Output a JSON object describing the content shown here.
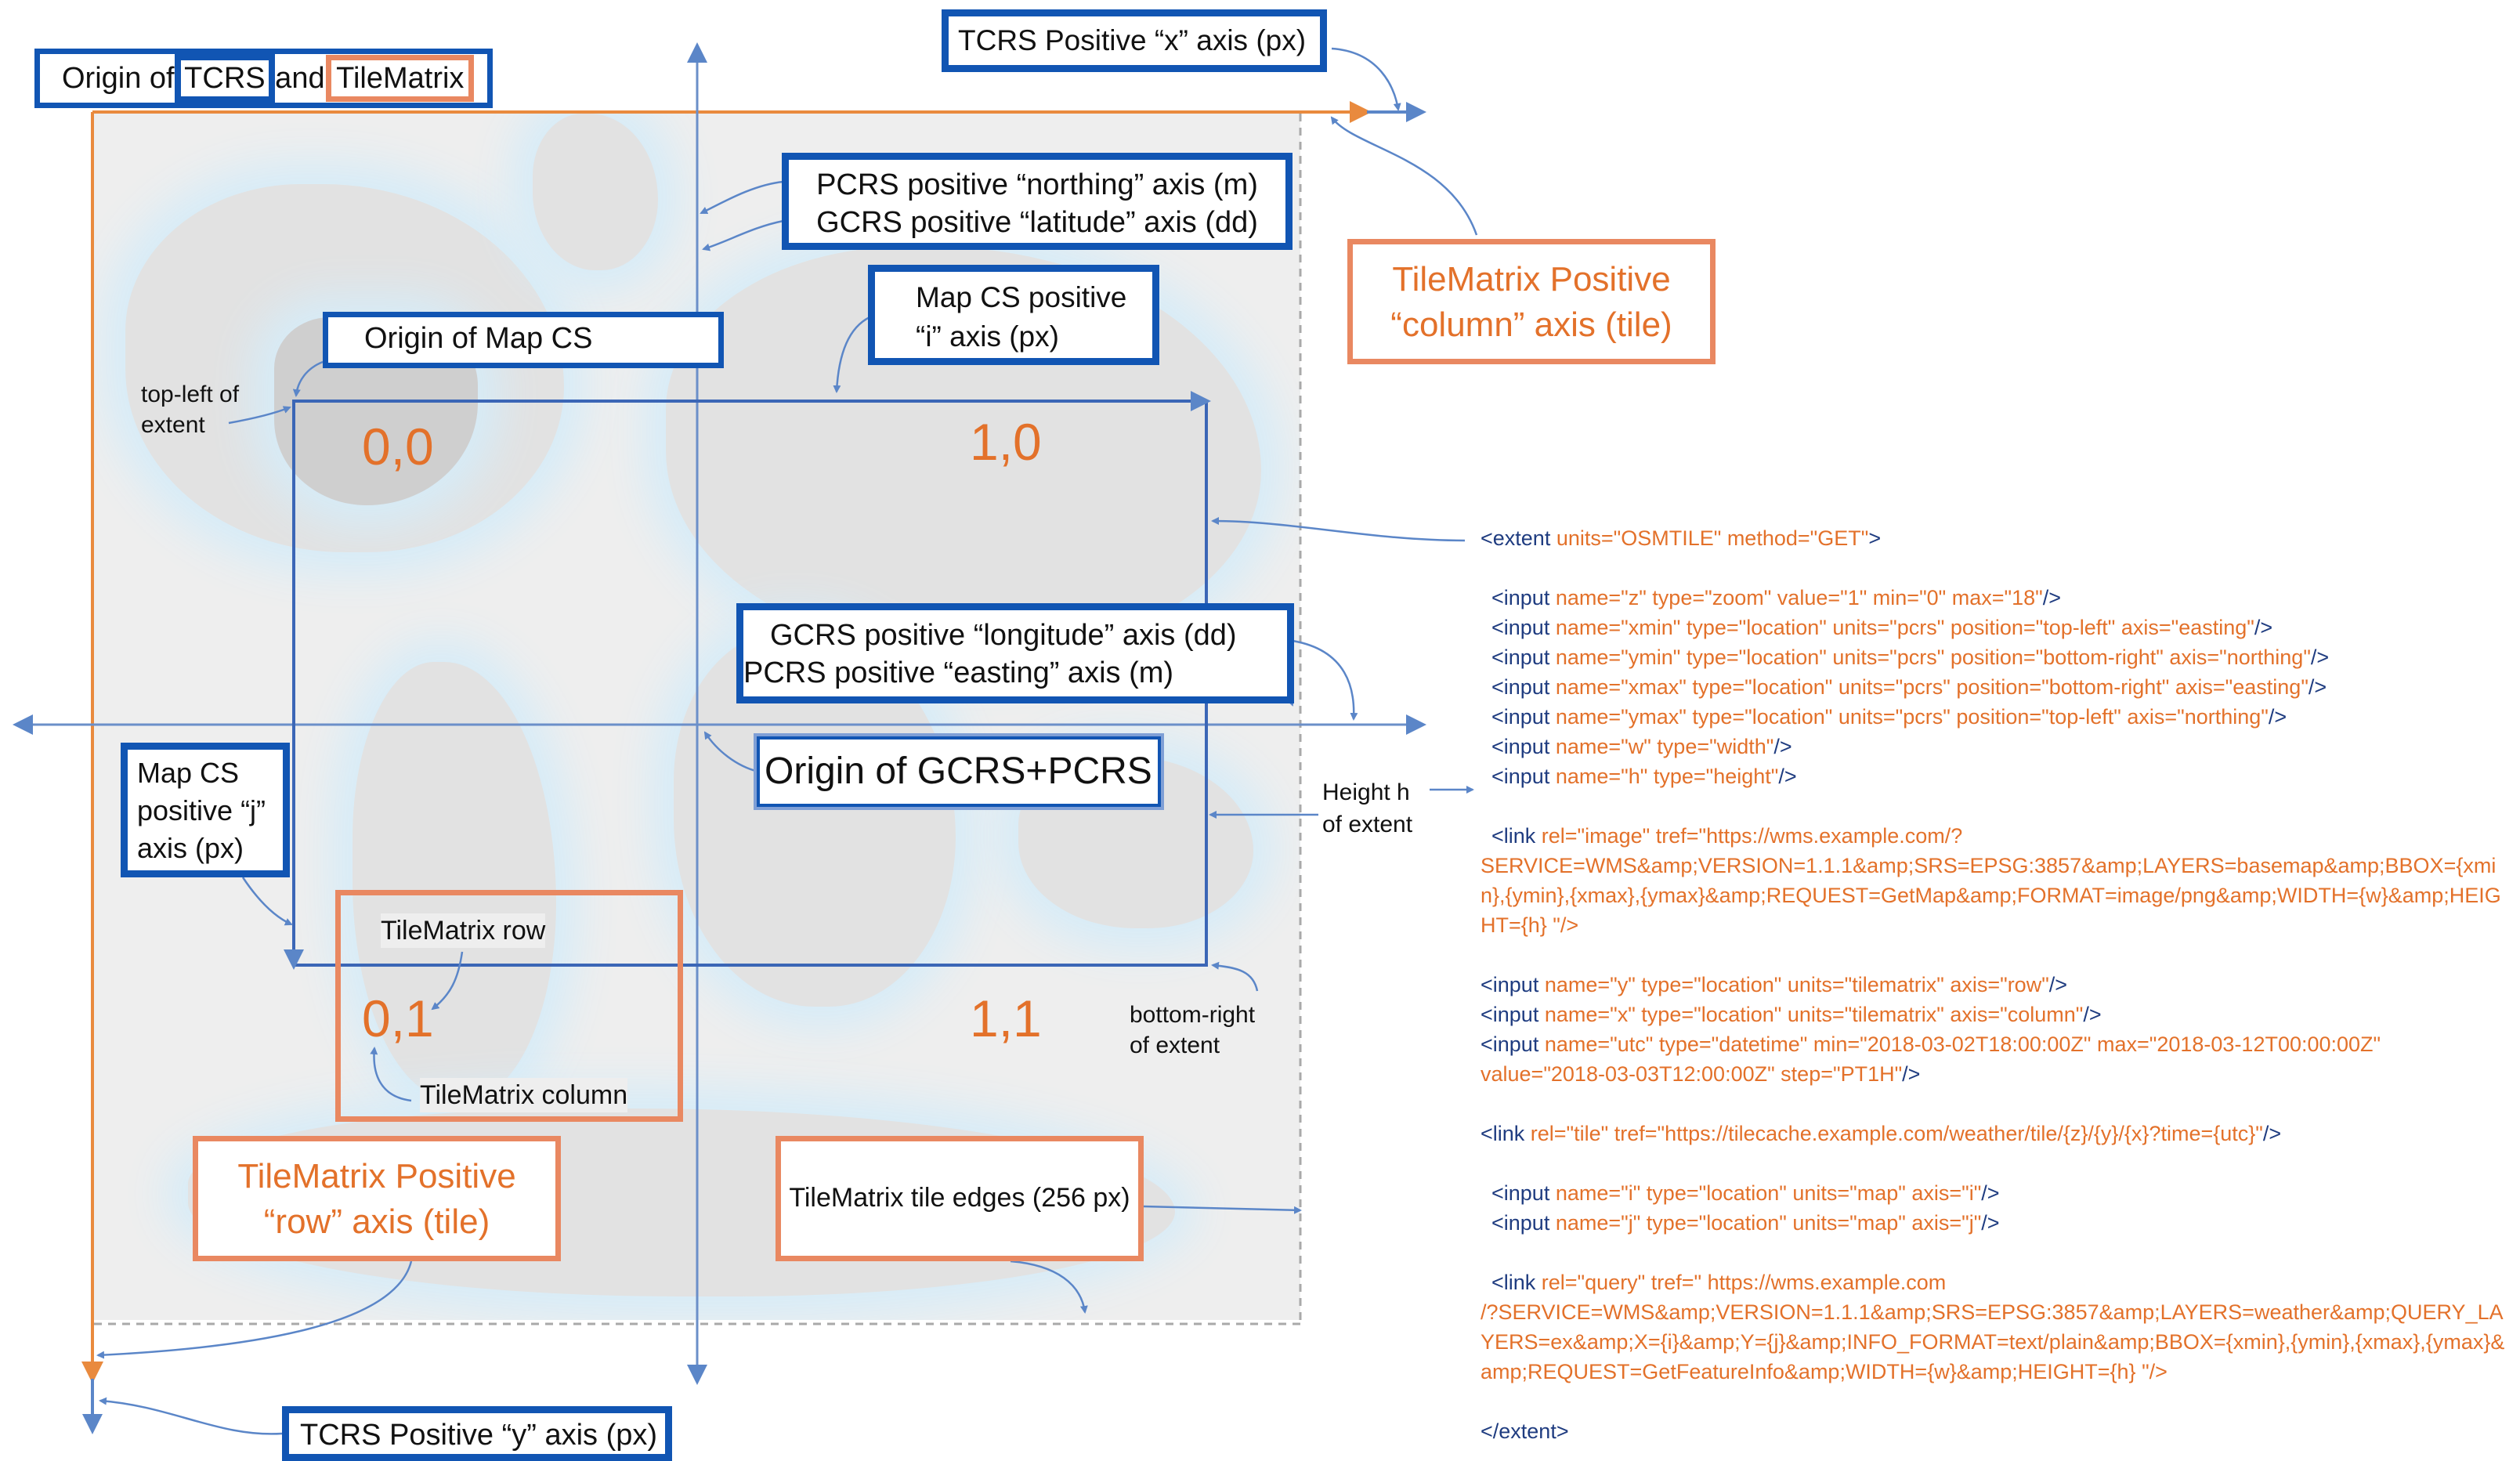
{
  "labels": {
    "tcrs_origin": {
      "part1": "Origin of ",
      "tcrs": "TCRS",
      "part2": " and ",
      "tilematrix": "TileMatrix"
    },
    "tcrs_x_axis": "TCRS  Positive “x” axis (px)",
    "tcrs_y_axis": "TCRS Positive “y” axis (px)",
    "pcrs_northing": "PCRS positive “northing” axis (m)",
    "gcrs_latitude": "GCRS positive “latitude” axis (dd)",
    "tilematrix_column_axis_line1": "TileMatrix  Positive",
    "tilematrix_column_axis_line2": "“column” axis (tile)",
    "mapcs_i_line1": "Map CS positive",
    "mapcs_i_line2": "“i” axis (px)",
    "mapcs_origin": "Origin of Map CS",
    "top_left_extent_line1": "top-left of",
    "top_left_extent_line2": "extent",
    "gcrs_longitude": "GCRS positive “longitude” axis   (dd)",
    "pcrs_easting": "PCRS positive “easting” axis (m)",
    "gcrs_pcrs_origin": "Origin of GCRS+PCRS",
    "mapcs_j_line1": "Map CS",
    "mapcs_j_line2": "positive “j”",
    "mapcs_j_line3": "axis (px)",
    "height_extent_line1": "Height h",
    "height_extent_line2": "of extent",
    "tilematrix_row": "TileMatrix row",
    "tilematrix_column": "TileMatrix column",
    "bottom_right_extent_line1": "bottom-right",
    "bottom_right_extent_line2": "of extent",
    "tilematrix_row_axis_line1": "TileMatrix Positive",
    "tilematrix_row_axis_line2": "“row” axis (tile)",
    "tile_edges": "TileMatrix tile edges (256 px)"
  },
  "tiles": {
    "t00": "0,0",
    "t10": "1,0",
    "t01": "0,1",
    "t11": "1,1"
  },
  "code": {
    "extent_open_tag": "<extent",
    "extent_open_attrs": " units=\"OSMTILE\" method=\"GET\"",
    "extent_open_end": ">",
    "inputs1": [
      {
        "tag": "<input",
        "attrs": " name=\"z\" type=\"zoom\" value=\"1\" min=\"0\" max=\"18\"",
        "end": "/>"
      },
      {
        "tag": "<input",
        "attrs": " name=\"xmin\" type=\"location\" units=\"pcrs\" position=\"top-left\" axis=\"easting\"",
        "end": "/>"
      },
      {
        "tag": "<input",
        "attrs": " name=\"ymin\" type=\"location\" units=\"pcrs\" position=\"bottom-right\" axis=\"northing\"",
        "end": "/>"
      },
      {
        "tag": "<input",
        "attrs": " name=\"xmax\" type=\"location\" units=\"pcrs\" position=\"bottom-right\" axis=\"easting\"",
        "end": "/>"
      },
      {
        "tag": "<input",
        "attrs": " name=\"ymax\" type=\"location\" units=\"pcrs\" position=\"top-left\" axis=\"northing\"",
        "end": "/>"
      },
      {
        "tag": "<input",
        "attrs": " name=\"w\" type=\"width\"",
        "end": "/>"
      },
      {
        "tag": "<input",
        "attrs": " name=\"h\" type=\"height\"",
        "end": "/>"
      }
    ],
    "link_image_tag": "<link",
    "link_image_attrs": " rel=\"image\" tref=\"https://wms.example.com/?",
    "link_image_cont": "SERVICE=WMS&amp;VERSION=1.1.1&amp;SRS=EPSG:3857&amp;LAYERS=basemap&amp;BBOX={xmin},{ymin},{xmax},{ymax}&amp;REQUEST=GetMap&amp;FORMAT=image/png&amp;WIDTH={w}&amp;HEIGHT={h} \"/>",
    "inputs2": [
      {
        "tag": "<input",
        "attrs": " name=\"y\" type=\"location\" units=\"tilematrix\" axis=\"row\"",
        "end": "/>"
      },
      {
        "tag": "<input",
        "attrs": " name=\"x\" type=\"location\" units=\"tilematrix\" axis=\"column\"",
        "end": "/>"
      },
      {
        "tag": "<input",
        "attrs": " name=\"utc\" type=\"datetime\" min=\"2018-03-02T18:00:00Z\" max=\"2018-03-12T00:00:00Z\"",
        "end": ""
      }
    ],
    "utc_cont": "value=\"2018-03-03T12:00:00Z\" step=\"PT1H\"",
    "utc_cont_end": "/>",
    "link_tile_tag": "<link",
    "link_tile_attrs": " rel=\"tile\" tref=\"https://tilecache.example.com/weather/tile/{z}/{y}/{x}?time={utc}\"",
    "link_tile_end": "/>",
    "inputs3": [
      {
        "tag": "<input",
        "attrs": " name=\"i\" type=\"location\" units=\"map\" axis=\"i\"",
        "end": "/>"
      },
      {
        "tag": "<input",
        "attrs": " name=\"j\" type=\"location\" units=\"map\" axis=\"j\"",
        "end": "/>"
      }
    ],
    "link_query_tag": "<link",
    "link_query_attrs": " rel=\"query\" tref=\" https://wms.example.com",
    "link_query_cont": "/?SERVICE=WMS&amp;VERSION=1.1.1&amp;SRS=EPSG:3857&amp;LAYERS=weather&amp;QUERY_LAYERS=ex&amp;X={i}&amp;Y={j}&amp;INFO_FORMAT=text/plain&amp;BBOX={xmin},{ymin},{xmax},{ymax}&amp;REQUEST=GetFeatureInfo&amp;WIDTH={w}&amp;HEIGHT={h} \"/>",
    "extent_close": "</extent>"
  },
  "colors": {
    "blue_box": "#1155b3",
    "orange_box": "#e98861",
    "orange_text": "#e3712a",
    "code_tag": "#1f3c80",
    "axis_line": "#6b8fc9"
  }
}
